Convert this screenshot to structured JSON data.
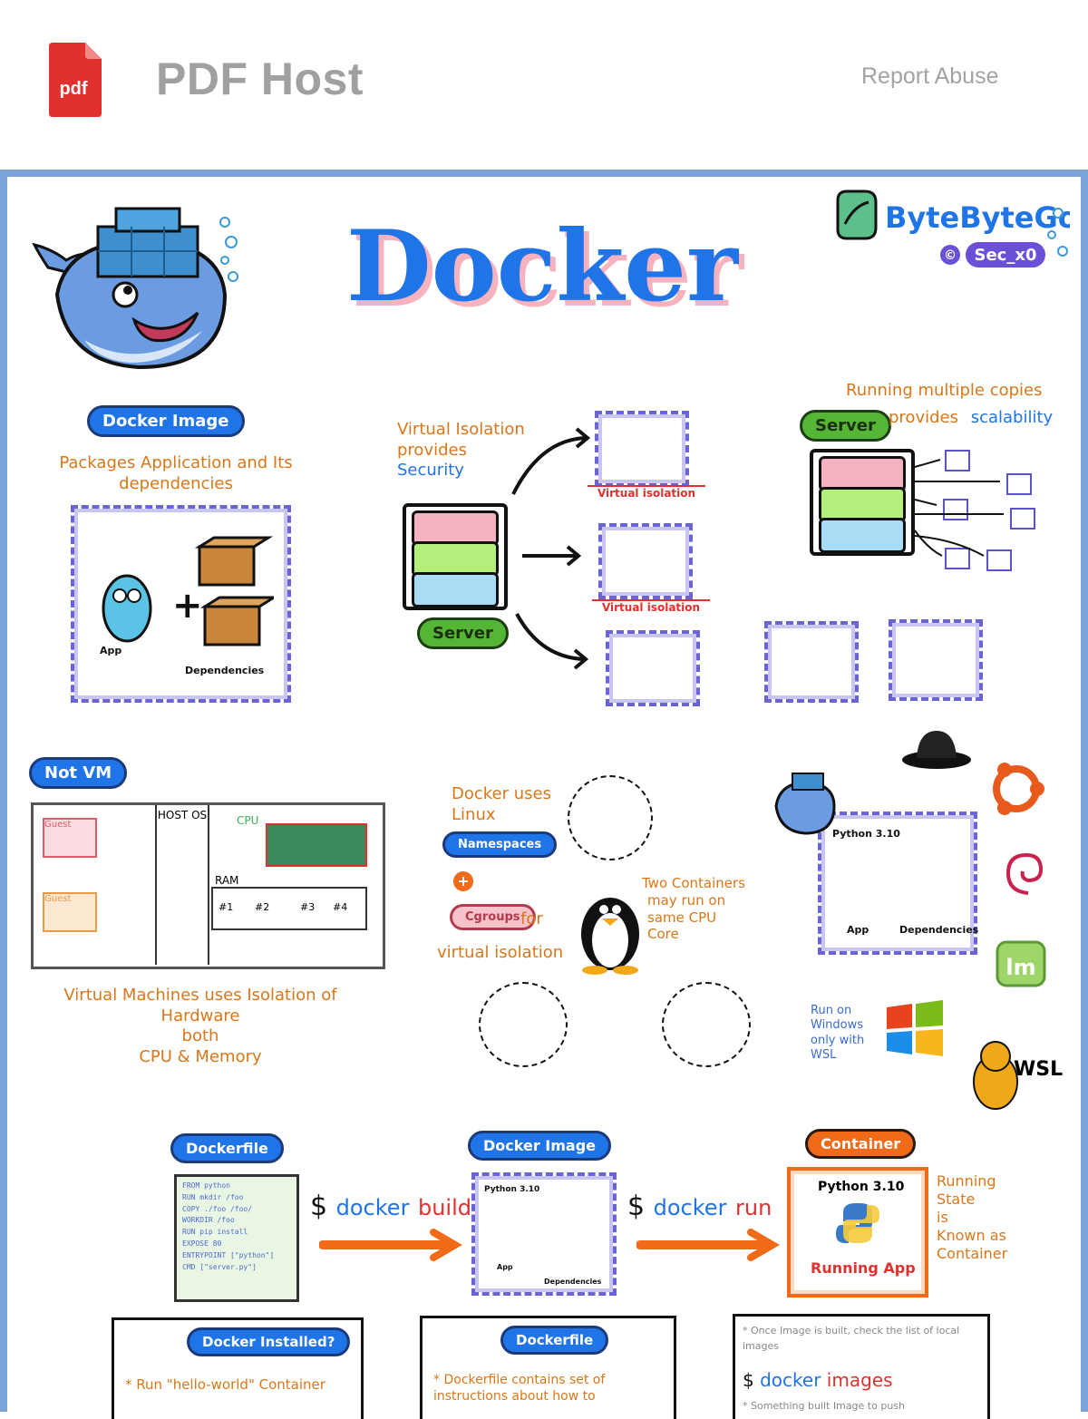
{
  "header": {
    "logo_text": "pdf",
    "brand": "PDF Host",
    "report_link": "Report Abuse"
  },
  "infographic": {
    "title": "Docker",
    "brand": "ByteByteGo",
    "credit": "Sec_x0",
    "credit_symbol": "©",
    "image_section": {
      "badge": "Docker Image",
      "caption": "Packages Application and Its dependencies",
      "app_label": "App",
      "dep_label": "Dependencies"
    },
    "security_section": {
      "caption_line1": "Virtual Isolation",
      "caption_line2": "provides",
      "caption_emph": "Security",
      "server_badge": "Server",
      "isolation_label": "Virtual isolation"
    },
    "scalability_section": {
      "caption_line1": "Running multiple copies",
      "caption_line2": "provides",
      "caption_emph": "scalability",
      "server_badge": "Server"
    },
    "vm_section": {
      "badge": "Not VM",
      "guest1": "Guest",
      "guest2": "Guest",
      "host_os": "HOST OS",
      "cpu": "CPU",
      "ram": "RAM",
      "slots": [
        "#1",
        "#2",
        "#3",
        "#4"
      ],
      "caption_lines": [
        "Virtual Machines uses Isolation of",
        "Hardware",
        "both",
        "CPU & Memory"
      ]
    },
    "linux_section": {
      "caption_line1": "Docker uses",
      "caption_line2": "Linux",
      "namespaces": "Namespaces",
      "plus": "+",
      "cgroups": "Cgroups",
      "for_text": "for",
      "isolation_text": "virtual isolation",
      "two_containers": [
        "Two Containers",
        "may run on",
        "same CPU",
        "Core"
      ]
    },
    "os_section": {
      "python": "Python 3.10",
      "app_label": "App",
      "dep_label": "Dependencies",
      "windows_note": [
        "Run on",
        "Windows",
        "only with",
        "WSL"
      ],
      "wsl": "WSL"
    },
    "flow_section": {
      "dockerfile_badge": "Dockerfile",
      "image_badge": "Docker Image",
      "container_badge": "Container",
      "build_cmd": [
        "$",
        "docker",
        "build"
      ],
      "run_cmd": [
        "$",
        "docker",
        "run"
      ],
      "code_lines": [
        "FROM python",
        "RUN mkdir /foo",
        "COPY ./foo /foo/",
        "WORKDIR /foo",
        "RUN pip install",
        "EXPOSE 80",
        "ENTRYPOINT [\"python\"]",
        "CMD [\"server.py\"]"
      ],
      "python": "Python 3.10",
      "running_app": "Running App",
      "state_note": [
        "Running",
        "State",
        "is",
        "Known as",
        "Container"
      ],
      "app_label": "App",
      "dep_label": "Dependencies"
    },
    "bottom_cards": {
      "card1_badge": "Docker Installed?",
      "card1_text": "* Run \"hello-world\" Container",
      "card2_badge": "Dockerfile",
      "card2_text": "* Dockerfile contains set of instructions about how to",
      "card3_note": "* Once Image is built, check the list of local images",
      "card3_cmd": [
        "$",
        "docker",
        "images"
      ],
      "card3_more": "* Something built Image to push"
    }
  },
  "colors": {
    "brand_gray": "#a0a0a0",
    "pdf_red": "#e0312f",
    "docker_blue": "#1f74e8",
    "accent_orange": "#f06a18",
    "hand_orange": "#d9771a",
    "viewer_frame": "#7aa4d8"
  }
}
